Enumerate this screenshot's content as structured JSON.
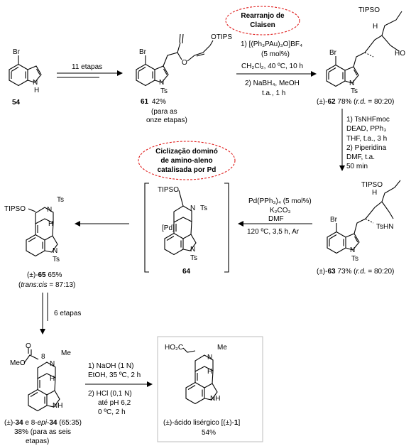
{
  "compounds": {
    "c54": {
      "label": "54",
      "atoms": {
        "br": "Br",
        "nh": "N",
        "h": "H"
      }
    },
    "c61": {
      "label": "61",
      "yield": "42%",
      "note1": "(para as",
      "note2": "onze etapas)",
      "atoms": {
        "br": "Br",
        "n": "N",
        "ts": "Ts",
        "o": "O",
        "otips": "OTIPS"
      }
    },
    "c62": {
      "label_prefix": "(±)-",
      "label": "62",
      "yield": " 78% (",
      "rd": "r.d.",
      "ratio": " = 80:20)",
      "atoms": {
        "tipso": "TIPSO",
        "h": "H",
        "ho": "HO",
        "br": "Br",
        "n": "N",
        "ts": "Ts"
      }
    },
    "c63": {
      "label_prefix": "(±)-",
      "label": "63",
      "yield": " 73% (",
      "rd": "r.d.",
      "ratio": " = 80:20)",
      "atoms": {
        "tipso": "TIPSO",
        "h": "H",
        "tshn": "TsHN",
        "br": "Br",
        "n": "N",
        "ts": "Ts"
      }
    },
    "c64": {
      "label": "64",
      "atoms": {
        "tipso": "TIPSO",
        "n": "N",
        "ts": "Ts",
        "pd": "[Pd]",
        "n2": "N",
        "ts2": "Ts"
      }
    },
    "c65": {
      "label_prefix": "(±)-",
      "label": "65",
      "yield": " 65%",
      "trans": "(",
      "transcis": "trans:cis",
      "ratio": " = 87:13)",
      "atoms": {
        "tipso": "TIPSO",
        "n": "N",
        "ts": "Ts",
        "h": "H",
        "n2": "N",
        "ts2": "Ts"
      }
    },
    "c34": {
      "prefix": "(±)-",
      "label": "34",
      "mid": " e 8-",
      "epi": "epi",
      "dash": "-",
      "label2": "34",
      "ratio": " (65:35)",
      "yield1": "38% (para as seis",
      "yield2": "etapas)",
      "atoms": {
        "o": "O",
        "meo": "MeO",
        "eight": "8",
        "n": "N",
        "me": "Me",
        "h": "H",
        "nh": "N",
        "nhh": "H"
      }
    },
    "c1": {
      "name": "(±)-ácido lisérgico [(±)-",
      "label": "1",
      "close": "]",
      "yield": "54%",
      "atoms": {
        "ho2c": "HO₂C",
        "n": "N",
        "me": "Me",
        "h": "H",
        "nh": "N",
        "nhh": "H"
      }
    }
  },
  "steps": {
    "s1": {
      "text": "11 etapas"
    },
    "s2": {
      "line1": "1) [(Ph₃PAu)₃O]BF₄",
      "line2": "(5 mol%)",
      "line3": "CH₂Cl₂, 40 ºC, 10 h",
      "line4": "2) NaBH₄, MeOH",
      "line5": "t.a., 1 h"
    },
    "s3": {
      "line1": "1) TsNHFmoc",
      "line2": "DEAD, PPh₃",
      "line3": "THF, t.a., 3 h",
      "line4": "2) Piperidina",
      "line5": "DMF, t.a.",
      "line6": "50 min"
    },
    "s4": {
      "line1": "Pd(PPh₃)₄ (5 mol%)",
      "line2": "K₂CO₃",
      "line3": "DMF",
      "line4": "120 ºC, 3,5 h, Ar"
    },
    "s5": {
      "text": "6 etapas"
    },
    "s6": {
      "line1": "1) NaOH (1 N)",
      "line2": "EtOH, 35 ºC, 2 h",
      "line3": "2)  HCl (0,1 N)",
      "line4": "até pH 6,2",
      "line5": "0 ºC, 2 h"
    }
  },
  "callouts": {
    "claisen": {
      "line1": "Rearranjo de",
      "line2": "Claisen"
    },
    "domino": {
      "line1": "Ciclização dominó",
      "line2": "de amino-aleno",
      "line3": "catalisada por Pd"
    }
  },
  "colors": {
    "callout_border": "#e0201f",
    "product_box": "#bdbdbd"
  }
}
